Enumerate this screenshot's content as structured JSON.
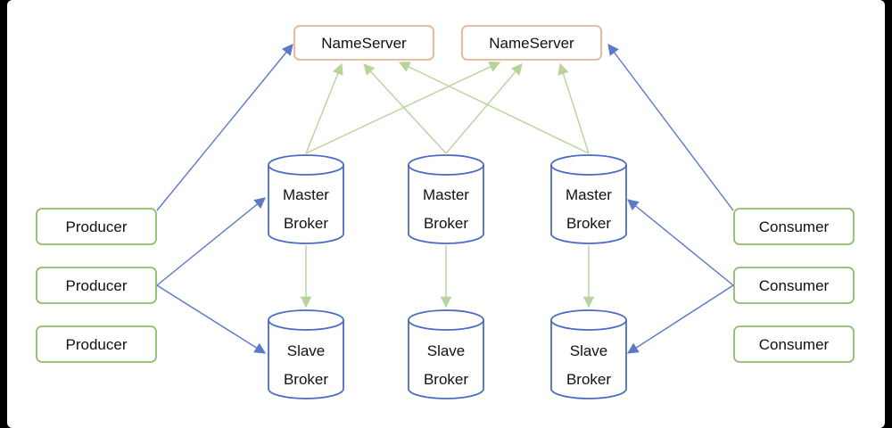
{
  "nameservers": [
    {
      "label": "NameServer"
    },
    {
      "label": "NameServer"
    }
  ],
  "master_brokers": [
    {
      "line1": "Master",
      "line2": "Broker"
    },
    {
      "line1": "Master",
      "line2": "Broker"
    },
    {
      "line1": "Master",
      "line2": "Broker"
    }
  ],
  "slave_brokers": [
    {
      "line1": "Slave",
      "line2": "Broker"
    },
    {
      "line1": "Slave",
      "line2": "Broker"
    },
    {
      "line1": "Slave",
      "line2": "Broker"
    }
  ],
  "producers": [
    {
      "label": "Producer"
    },
    {
      "label": "Producer"
    },
    {
      "label": "Producer"
    }
  ],
  "consumers": [
    {
      "label": "Consumer"
    },
    {
      "label": "Consumer"
    },
    {
      "label": "Consumer"
    }
  ],
  "colors": {
    "nameserver_border": "#e7b392",
    "client_border": "#8fbc6a",
    "broker_border": "#4a6bc4",
    "blue_edge": "#5b78c9",
    "green_edge": "#b7d39a"
  }
}
